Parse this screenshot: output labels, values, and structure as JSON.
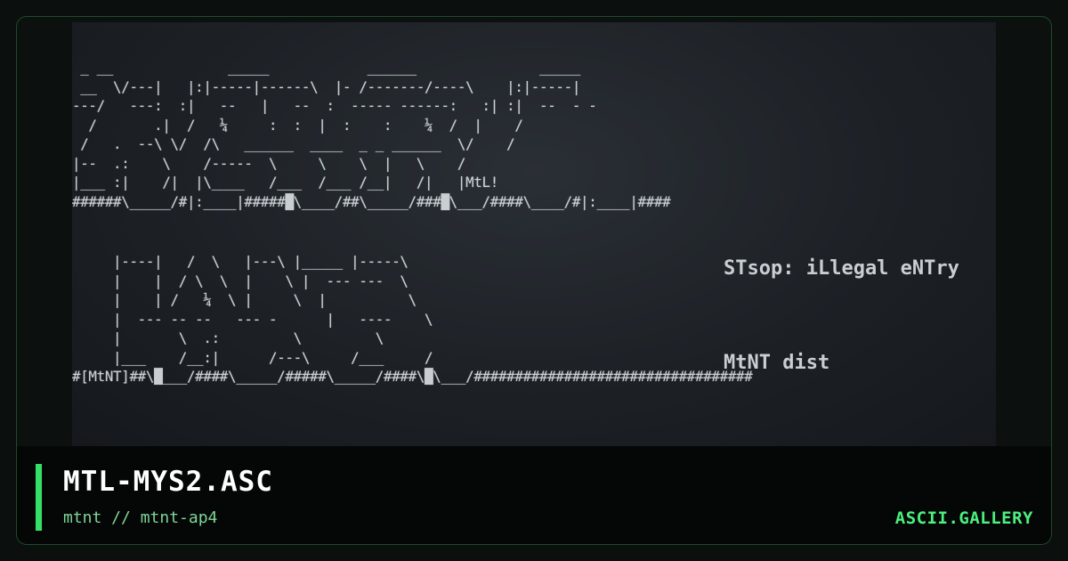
{
  "art": {
    "upper_lines": [
      " _ __              _____            ______               _____",
      " __  \\/---|   |:|-----|------\\  |- /-------/----\\    |:|-----|",
      "---/   ---:  :|   --   |   --  :  ----- ------:   :| :|  --  - -",
      "  /       .|  /   ¼     :  :  |  :    :    ¼  /  |    /",
      " /   .  --\\ \\/  /\\   ______  ____  _ _ ______  \\/    /",
      "|--  .:    \\    /-----  \\     \\    \\  |   \\    /",
      "|___ :|    /|  |\\____   /___  /___ /__|   /|   |MtL!",
      "######\\_____/#|:____|#####█\\____/##\\_____/###█\\___/####\\____/#|:____|####"
    ],
    "lower_lines": [
      "     |----|   /  \\   |---\\ |_____ |-----\\",
      "     |    |  / \\  \\  |    \\ |  --- ---  \\",
      "     |    | /   ¼  \\ |     \\  |          \\",
      "     |  --- -- --   --- -      |   ----    \\",
      "     |       \\  .:         \\         \\",
      "     |___    /__:|      /---\\     /___     /",
      "#[MtNT]##\\█___/####\\_____/#####\\_____/####\\█\\___/##################################"
    ],
    "note_top": "STsop: iLlegal eNTry",
    "note_bottom": "MtNT dist"
  },
  "footer": {
    "title": "MTL-MYS2.ASC",
    "subtitle": "mtnt // mtnt-ap4",
    "brand": "ASCII.GALLERY"
  },
  "colors": {
    "accent": "#35e06a",
    "brand": "#4cf07e",
    "subtitle": "#7fd59a"
  }
}
